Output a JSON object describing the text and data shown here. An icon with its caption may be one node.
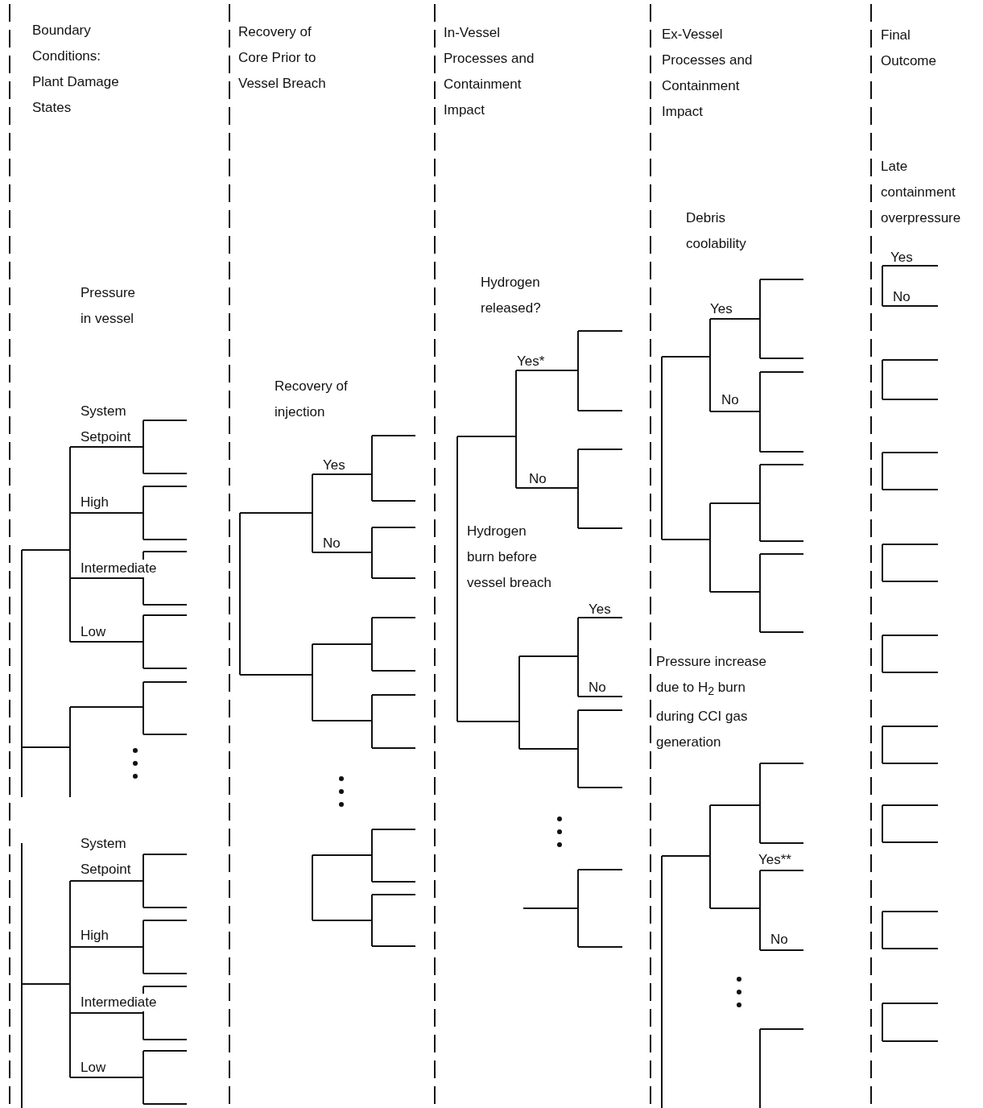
{
  "diagram": {
    "labels": [
      "Boundary Conditions: Plant Damage States",
      "Recovery of Core Prior to Vessel Breach",
      "In-Vessel Processes and Containment Impact",
      "Ex-Vessel Processes and Containment Impact",
      "Final Outcome",
      "Late containment overpressure",
      "Debris coolability",
      "Yes",
      "Pressure in vessel",
      "Hydrogen released?",
      "No",
      "Yes",
      "Yes*",
      "Recovery of injection",
      "No",
      "System Setpoint",
      "Yes",
      "No",
      "High",
      "Hydrogen burn before vessel breach",
      "No",
      "Intermediate",
      "Yes",
      "Low",
      "Pressure increase due to H$_{2}$ burn during CCI gas generation",
      "No",
      "System Setpoint",
      "Yes**",
      "High",
      "No",
      "Intermediate",
      "Low"
    ]
  }
}
